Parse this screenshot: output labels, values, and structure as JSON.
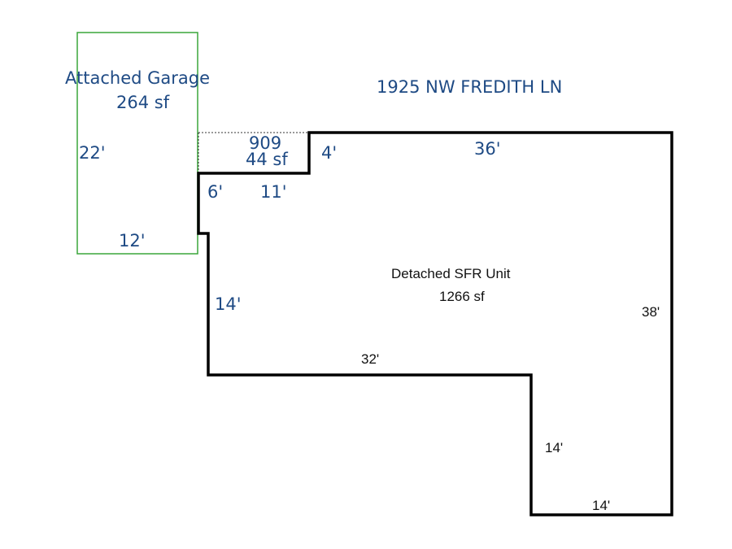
{
  "address": "1925 NW FREDITH LN",
  "garage": {
    "name": "Attached Garage",
    "area": "264 sf",
    "side": "22'",
    "bottom": "12'",
    "color": "#3aa63a"
  },
  "porch": {
    "name": "909",
    "area": "44 sf",
    "left": "6'",
    "bottom": "11'",
    "step": "4'"
  },
  "house": {
    "name": "Detached SFR Unit",
    "area": "1266 sf",
    "top": "36'",
    "right": "38'",
    "left": "14'",
    "middle": "32'",
    "inner_vertical": "14'",
    "bottom": "14'"
  },
  "colors": {
    "text_blue": "#1e4a84",
    "outline": "#000000"
  }
}
